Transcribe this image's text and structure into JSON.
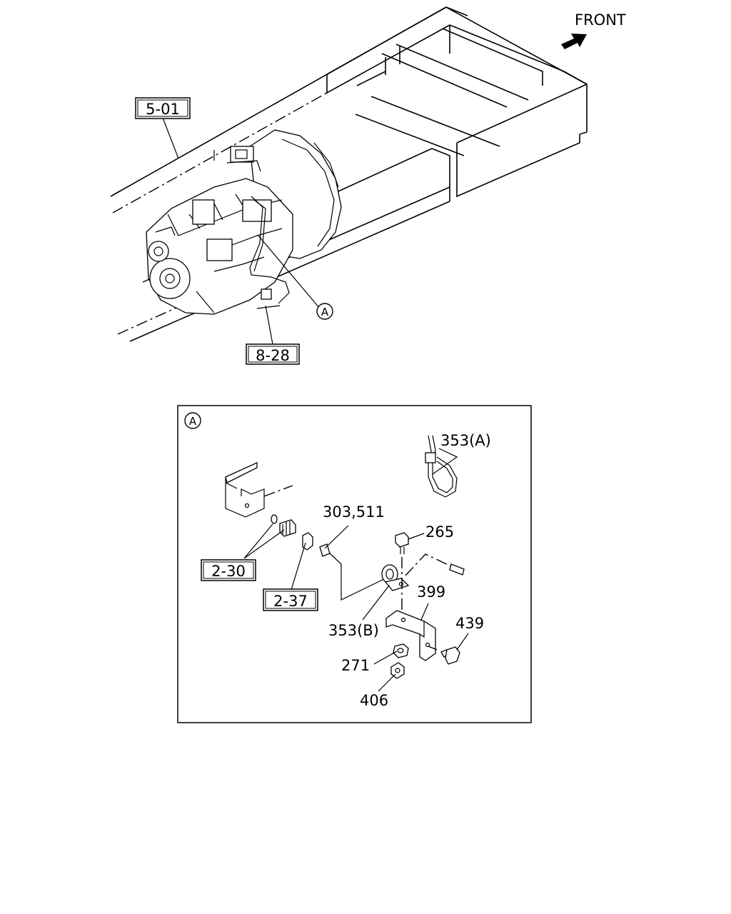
{
  "header": {
    "direction_label": "FRONT",
    "direction_icon": "arrow-front-icon"
  },
  "overview": {
    "ref_top": "5-01",
    "ref_bottom": "8-28",
    "detail_marker": "A"
  },
  "detail": {
    "marker": "A",
    "labels": {
      "tie_a": "353(A)",
      "sleeve": "303,511",
      "bolt_top": "265",
      "bracket": "399",
      "clip_b": "353(B)",
      "bolt_side": "439",
      "washer": "271",
      "nut": "406"
    },
    "refs": {
      "ref_230": "2-30",
      "ref_237": "2-37"
    }
  }
}
